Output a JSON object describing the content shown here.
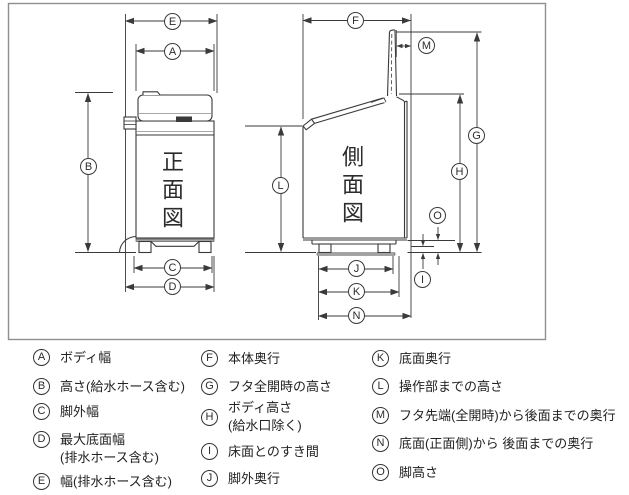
{
  "diagram": {
    "front_view_label": "正面図",
    "side_view_label": "側面図",
    "dim_letters": {
      "A": "A",
      "B": "B",
      "C": "C",
      "D": "D",
      "E": "E",
      "F": "F",
      "G": "G",
      "H": "H",
      "I": "I",
      "J": "J",
      "K": "K",
      "L": "L",
      "M": "M",
      "N": "N",
      "O": "O"
    }
  },
  "legend": {
    "items": [
      {
        "letter": "A",
        "label": "ボディ幅"
      },
      {
        "letter": "B",
        "label": "高さ(給水ホース含む)"
      },
      {
        "letter": "C",
        "label": "脚外幅"
      },
      {
        "letter": "D",
        "label": "最大底面幅",
        "label2": "(排水ホース含む)"
      },
      {
        "letter": "E",
        "label": "幅(排水ホース含む)"
      },
      {
        "letter": "F",
        "label": "本体奥行"
      },
      {
        "letter": "G",
        "label": "フタ全開時の高さ"
      },
      {
        "letter": "H",
        "label": "ボディ高さ",
        "label2": "(給水口除く)"
      },
      {
        "letter": "I",
        "label": "床面とのすき間"
      },
      {
        "letter": "J",
        "label": "脚外奥行"
      },
      {
        "letter": "K",
        "label": "底面奥行"
      },
      {
        "letter": "L",
        "label": "操作部までの高さ"
      },
      {
        "letter": "M",
        "label": "フタ先端(全開時)から後面までの奥行"
      },
      {
        "letter": "N",
        "label": "底面(正面側)から 後面までの奥行"
      },
      {
        "letter": "O",
        "label": "脚高さ"
      }
    ]
  },
  "colors": {
    "line": "#3a3a3a",
    "box_border": "#8f8f8f",
    "text": "#222222",
    "plate_fill": "#a8a8a8"
  }
}
